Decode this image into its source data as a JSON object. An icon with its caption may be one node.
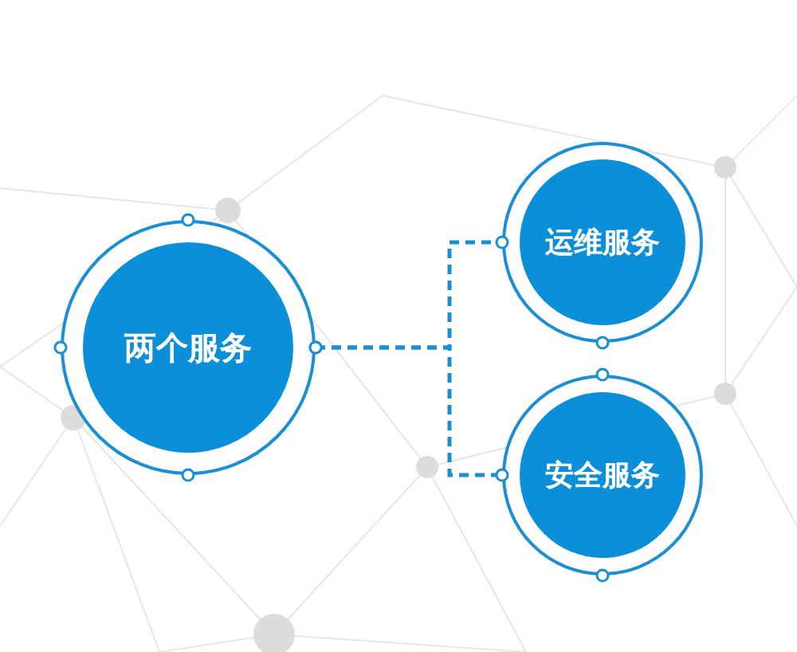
{
  "diagram": {
    "nodes": [
      {
        "text": [
          "两个服务"
        ]
      },
      {
        "text": [
          "运维服务"
        ]
      },
      {
        "text": [
          "安全服务"
        ]
      }
    ],
    "edges": [
      {
        "from": 0,
        "to": 1,
        "arrow": "other",
        "style": "dashed"
      },
      {
        "from": 0,
        "to": 2,
        "arrow": "other",
        "style": "dashed"
      }
    ]
  }
}
